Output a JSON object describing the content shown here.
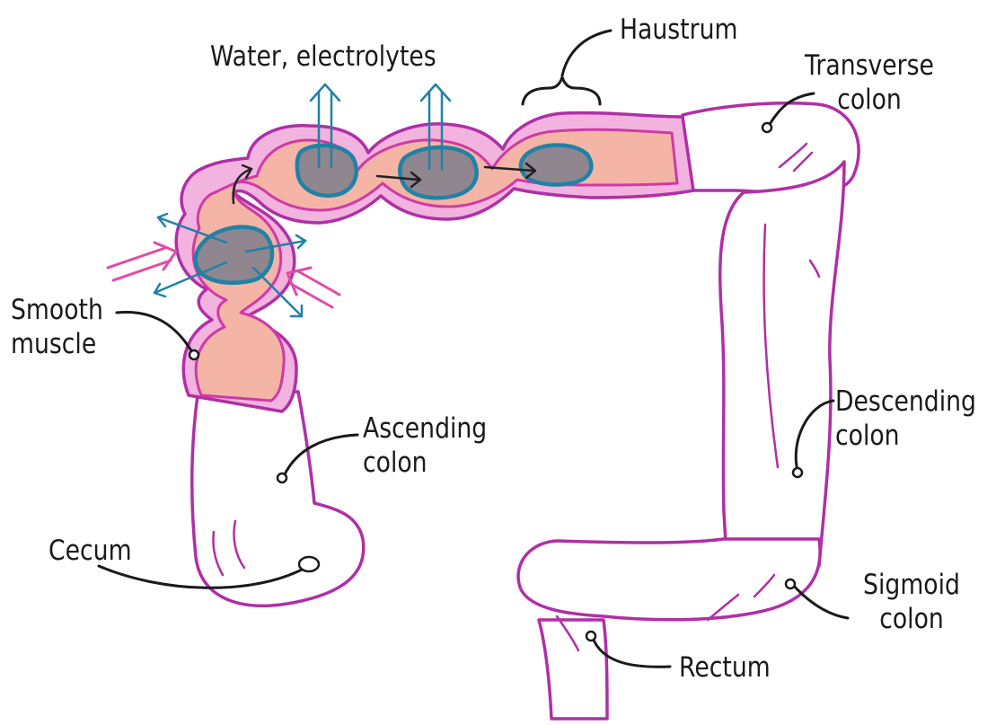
{
  "labels": {
    "water": "Water, electrolytes",
    "haustrum": "Haustrum",
    "transverse": "Transverse\ncolon",
    "smooth_muscle": "Smooth\nmuscle",
    "ascending": "Ascending\ncolon",
    "descending": "Descending\ncolon",
    "cecum": "Cecum",
    "sigmoid": "Sigmoid\ncolon",
    "rectum": "Rectum"
  },
  "colors": {
    "colon_outline": "#b02fa6",
    "muscle_wall": "#f2b3de",
    "lumen": "#f4b5a6",
    "feces": "#8f8690",
    "feces_outline": "#1f82a6",
    "absorption_arrows": "#1f82a6",
    "contraction_arrows": "#e24aa6",
    "text": "#1a1a1a"
  }
}
